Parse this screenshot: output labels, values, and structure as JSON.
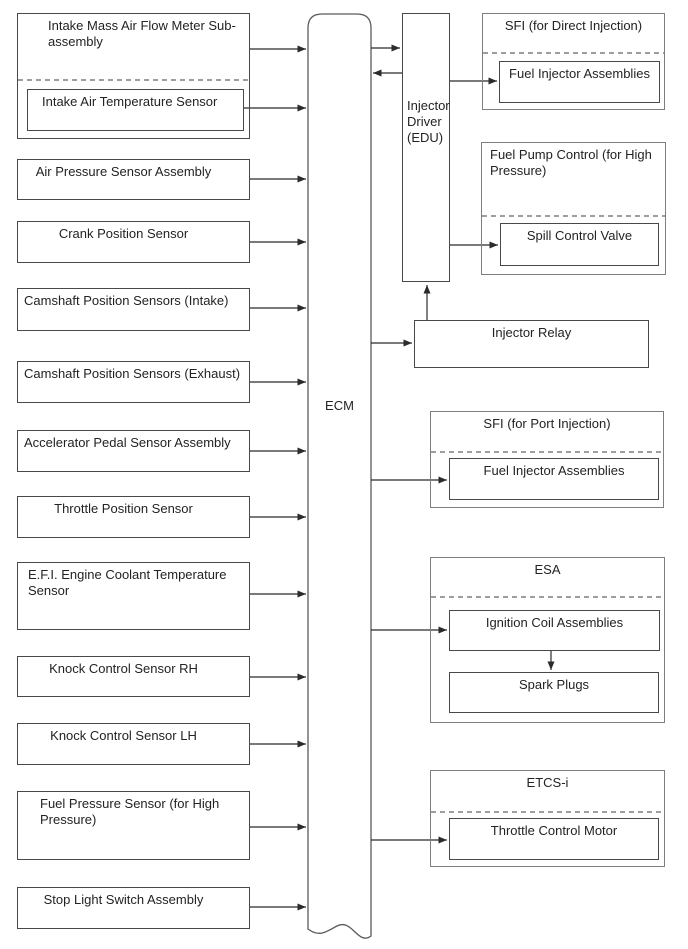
{
  "diagram": {
    "ecm": {
      "label": "ECM"
    },
    "left_inputs": [
      {
        "label": "Intake Mass Air Flow Meter Sub-assembly",
        "inner": "Intake Air Temperature Sensor"
      },
      {
        "label": "Air Pressure Sensor Assembly"
      },
      {
        "label": "Crank Position Sensor"
      },
      {
        "label": "Camshaft Position Sensors (Intake)"
      },
      {
        "label": "Camshaft Position Sensors (Exhaust)"
      },
      {
        "label": "Accelerator Pedal Sensor Assembly"
      },
      {
        "label": "Throttle Position Sensor"
      },
      {
        "label": "E.F.I. Engine Coolant Temperature Sensor"
      },
      {
        "label": "Knock Control Sensor RH"
      },
      {
        "label": "Knock Control Sensor LH"
      },
      {
        "label": "Fuel Pressure Sensor (for High Pressure)"
      },
      {
        "label": "Stop Light Switch Assembly"
      }
    ],
    "right_outputs": {
      "injector_driver": {
        "label": "Injector Driver (EDU)"
      },
      "injector_relay": {
        "label": "Injector Relay"
      },
      "sfi_direct": {
        "title": "SFI (for Direct Injection)",
        "component": "Fuel Injector Assemblies"
      },
      "fuel_pump_control": {
        "title": "Fuel Pump Control (for High Pressure)",
        "component": "Spill Control Valve"
      },
      "sfi_port": {
        "title": "SFI (for Port Injection)",
        "component": "Fuel Injector Assemblies"
      },
      "esa": {
        "title": "ESA",
        "component_1": "Ignition Coil Assemblies",
        "component_2": "Spark Plugs"
      },
      "etcs_i": {
        "title": "ETCS-i",
        "component": "Throttle Control Motor"
      }
    },
    "colors": {
      "component_border": "#494949",
      "system_border": "#7e7e7e",
      "connector_line": "#2b2b2b",
      "dashed_separator": "#7e7e7e",
      "background": "#ffffff"
    }
  }
}
